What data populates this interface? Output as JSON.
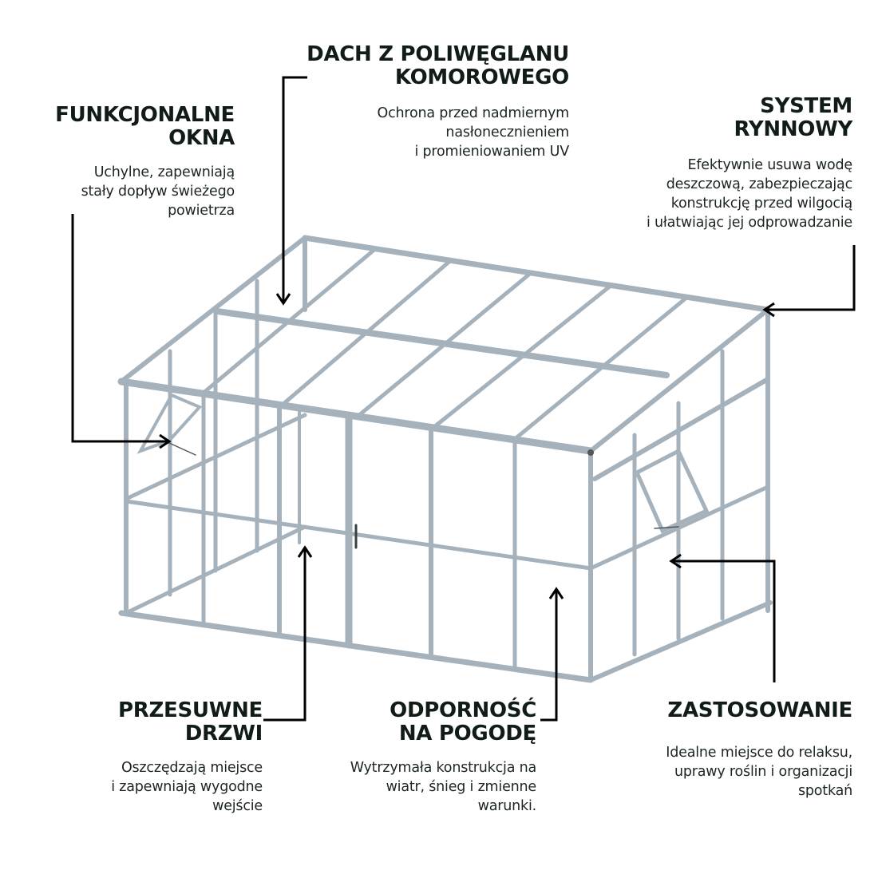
{
  "colors": {
    "frame": "#a6b2bb",
    "frame_dark": "#8a969f",
    "arrow": "#000000",
    "heading": "#111c16",
    "text": "#1c2621",
    "background": "#ffffff"
  },
  "callouts": {
    "windows": {
      "title": "FUNKCJONALNE\nOKNA",
      "desc": "Uchylne, zapewniają\nstały dopływ świeżego\npowietrza"
    },
    "roof": {
      "title": "DACH Z POLIWĘGLANU\nKOMOROWEGO",
      "desc": "Ochrona przed nadmiernym\nnasłonecznieniem\ni promieniowaniem UV"
    },
    "gutter": {
      "title": "SYSTEM\nRYNNOWY",
      "desc": "Efektywnie usuwa wodę\ndeszczową, zabezpieczając\nkonstrukcję przed wilgocią\ni ułatwiając jej odprowadzanie"
    },
    "doors": {
      "title": "PRZESUWNE\nDRZWI",
      "desc": "Oszczędzają miejsce\ni zapewniają wygodne\nwejście"
    },
    "weather": {
      "title": "ODPORNOŚĆ\nNA POGODĘ",
      "desc": "Wytrzymała konstrukcja na\nwiatr, śnieg i zmienne\nwarunki."
    },
    "usage": {
      "title": "ZASTOSOWANIE",
      "desc": "Idealne miejsce do relaksu,\nuprawy roślin i organizacji\nspotkań"
    }
  }
}
